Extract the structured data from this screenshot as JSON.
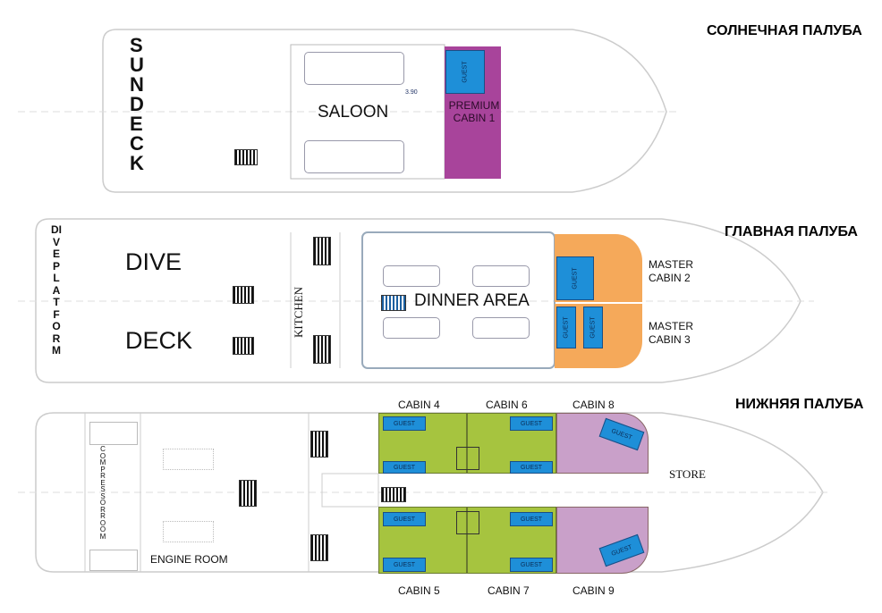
{
  "decks": {
    "sun": {
      "title": "СОЛНЕЧНАЯ ПАЛУБА",
      "sundeck_label": "SUNDECK",
      "saloon": "SALOON",
      "premium_cabin": [
        "PREMIUM",
        "CABIN 1"
      ],
      "guest": "GUEST",
      "dimension": "3.90"
    },
    "main": {
      "title": "ГЛАВНАЯ ПАЛУБА",
      "dive_platform": "DIVEPLATFORM",
      "dive": "DIVE",
      "deck": "DECK",
      "kitchen": "KITCHEN",
      "dinner_area": "DINNER AREA",
      "master_cabin_2": [
        "MASTER",
        "CABIN 2"
      ],
      "master_cabin_3": [
        "MASTER",
        "CABIN 3"
      ],
      "guest": "GUEST"
    },
    "lower": {
      "title": "НИЖНЯЯ ПАЛУБА",
      "compressor_room": "COMPRESSORROOM",
      "engine_room": "ENGINE ROOM",
      "store": "STORE",
      "guest": "GUEST",
      "cabins_top": [
        "CABIN 4",
        "CABIN 6",
        "CABIN 8"
      ],
      "cabins_bottom": [
        "CABIN 5",
        "CABIN 7",
        "CABIN 9"
      ]
    }
  },
  "colors": {
    "premium": "#a8449b",
    "master": "#f5a95a",
    "green_cabin": "#a6c43f",
    "purple_cabin": "#c9a0c9",
    "bed": "#1e8fd8"
  }
}
